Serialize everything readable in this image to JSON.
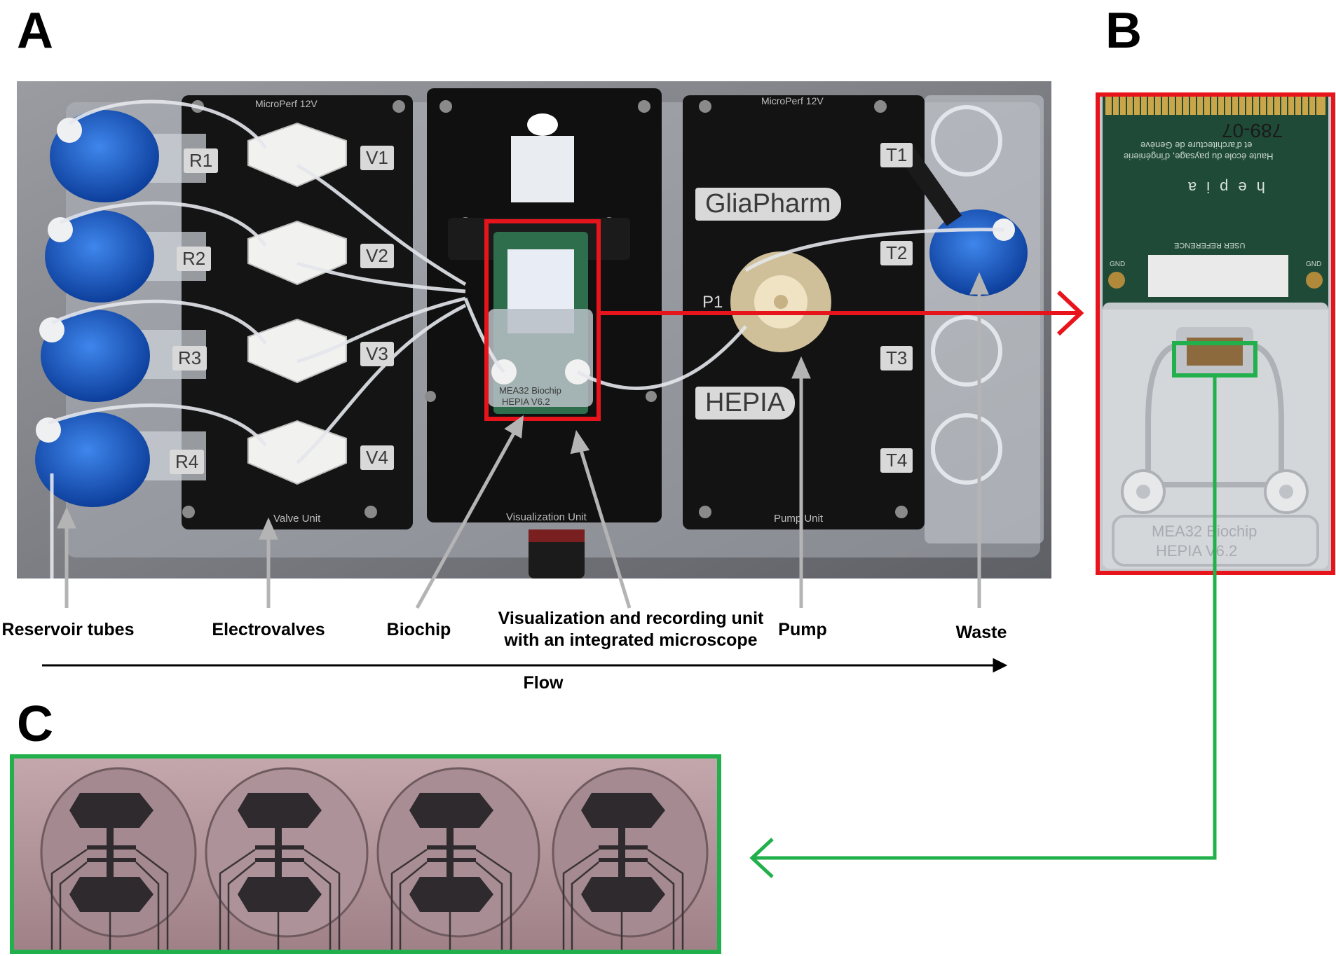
{
  "panels": {
    "a": "A",
    "b": "B",
    "c": "C"
  },
  "device_labels": {
    "reservoirs": [
      "R1",
      "R2",
      "R3",
      "R4"
    ],
    "valves": [
      "V1",
      "V2",
      "V3",
      "V4"
    ],
    "waste_tubes": [
      "T1",
      "T2",
      "T3",
      "T4"
    ],
    "pump_tag": "P1",
    "box_header_left": "MicroPerf 12V",
    "box_header_right": "MicroPerf 12V",
    "sticker_glia": "GliaPharm",
    "sticker_hepia": "HEPIA",
    "chip_line1": "MEA32 Biochip",
    "chip_line2": "HEPIA V6.2",
    "unit_valve": "Valve Unit",
    "unit_visual": "Visualization Unit",
    "unit_pump": "Pump Unit"
  },
  "biochip_board": {
    "header_line1": "Haute école du paysage, d'ingénierie",
    "header_line2": "et d'architecture de Genève",
    "logo": "hepia",
    "serial": "789-07",
    "user_ref_label": "USER REFERENCE",
    "gnd_left": "GND",
    "gnd_right": "GND",
    "chip_line1": "MEA32 Biochip",
    "chip_line2": "HEPIA V6.2"
  },
  "callouts": {
    "reservoir": "Reservoir tubes",
    "electrovalves": "Electrovalves",
    "biochip": "Biochip",
    "visualization_line1": "Visualization and recording unit",
    "visualization_line2": "with an integrated microscope",
    "pump": "Pump",
    "waste": "Waste"
  },
  "flow_label": "Flow",
  "colors": {
    "red_highlight": "#e8141b",
    "green_highlight": "#21b04b",
    "pointer_gray": "#b4b4b4",
    "reservoir_cap": "#1a5fc8",
    "background": "#ffffff"
  }
}
